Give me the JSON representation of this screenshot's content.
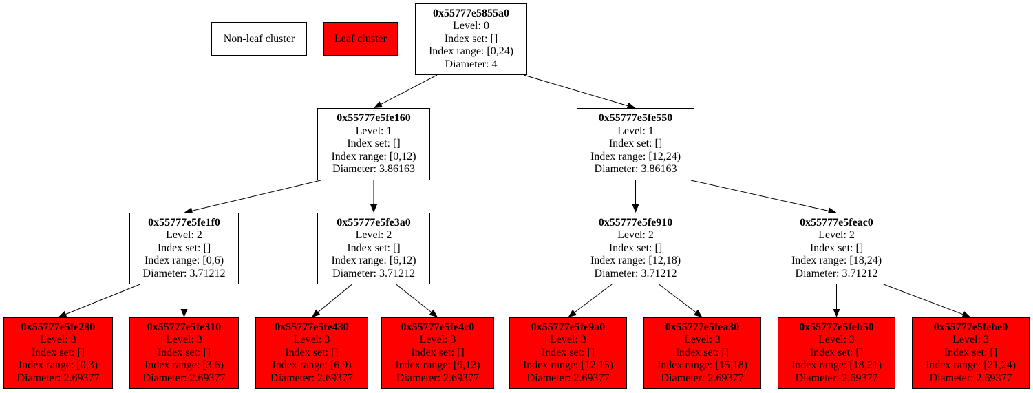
{
  "colors": {
    "leaf_fill": "#ff0000",
    "non_leaf_fill": "#ffffff",
    "stroke": "#000000"
  },
  "legend": {
    "non_leaf_label": "Non-leaf cluster",
    "leaf_label": "Leaf cluster"
  },
  "nodes": [
    {
      "id": "0x55777e5855a0",
      "level": "Level: 0",
      "index_set": "Index set: []",
      "index_range": "Index range: [0,24)",
      "diameter": "Diameter: 4",
      "leaf": false
    },
    {
      "id": "0x55777e5fe160",
      "level": "Level: 1",
      "index_set": "Index set: []",
      "index_range": "Index range: [0,12)",
      "diameter": "Diameter: 3.86163",
      "leaf": false
    },
    {
      "id": "0x55777e5fe550",
      "level": "Level: 1",
      "index_set": "Index set: []",
      "index_range": "Index range: [12,24)",
      "diameter": "Diameter: 3.86163",
      "leaf": false
    },
    {
      "id": "0x55777e5fe1f0",
      "level": "Level: 2",
      "index_set": "Index set: []",
      "index_range": "Index range: [0,6)",
      "diameter": "Diameter: 3.71212",
      "leaf": false
    },
    {
      "id": "0x55777e5fe3a0",
      "level": "Level: 2",
      "index_set": "Index set: []",
      "index_range": "Index range: [6,12)",
      "diameter": "Diameter: 3.71212",
      "leaf": false
    },
    {
      "id": "0x55777e5fe910",
      "level": "Level: 2",
      "index_set": "Index set: []",
      "index_range": "Index range: [12,18)",
      "diameter": "Diameter: 3.71212",
      "leaf": false
    },
    {
      "id": "0x55777e5feac0",
      "level": "Level: 2",
      "index_set": "Index set: []",
      "index_range": "Index range: [18,24)",
      "diameter": "Diameter: 3.71212",
      "leaf": false
    },
    {
      "id": "0x55777e5fe280",
      "level": "Level: 3",
      "index_set": "Index set: []",
      "index_range": "Index range: [0,3)",
      "diameter": "Diameter: 2.69377",
      "leaf": true
    },
    {
      "id": "0x55777e5fe310",
      "level": "Level: 3",
      "index_set": "Index set: []",
      "index_range": "Index range: [3,6)",
      "diameter": "Diameter: 2.69377",
      "leaf": true
    },
    {
      "id": "0x55777e5fe430",
      "level": "Level: 3",
      "index_set": "Index set: []",
      "index_range": "Index range: [6,9)",
      "diameter": "Diameter: 2.69377",
      "leaf": true
    },
    {
      "id": "0x55777e5fe4c0",
      "level": "Level: 3",
      "index_set": "Index set: []",
      "index_range": "Index range: [9,12)",
      "diameter": "Diameter: 2.69377",
      "leaf": true
    },
    {
      "id": "0x55777e5fe9a0",
      "level": "Level: 3",
      "index_set": "Index set: []",
      "index_range": "Index range: [12,15)",
      "diameter": "Diameter: 2.69377",
      "leaf": true
    },
    {
      "id": "0x55777e5fea30",
      "level": "Level: 3",
      "index_set": "Index set: []",
      "index_range": "Index range: [15,18)",
      "diameter": "Diameter: 2.69377",
      "leaf": true
    },
    {
      "id": "0x55777e5feb50",
      "level": "Level: 3",
      "index_set": "Index set: []",
      "index_range": "Index range: [18,21)",
      "diameter": "Diameter: 2.69377",
      "leaf": true
    },
    {
      "id": "0x55777e5febe0",
      "level": "Level: 3",
      "index_set": "Index set: []",
      "index_range": "Index range: [21,24)",
      "diameter": "Diameter: 2.69377",
      "leaf": true
    }
  ],
  "edges": [
    {
      "from": "0x55777e5855a0",
      "to": "0x55777e5fe160"
    },
    {
      "from": "0x55777e5855a0",
      "to": "0x55777e5fe550"
    },
    {
      "from": "0x55777e5fe160",
      "to": "0x55777e5fe1f0"
    },
    {
      "from": "0x55777e5fe160",
      "to": "0x55777e5fe3a0"
    },
    {
      "from": "0x55777e5fe550",
      "to": "0x55777e5fe910"
    },
    {
      "from": "0x55777e5fe550",
      "to": "0x55777e5feac0"
    },
    {
      "from": "0x55777e5fe1f0",
      "to": "0x55777e5fe280"
    },
    {
      "from": "0x55777e5fe1f0",
      "to": "0x55777e5fe310"
    },
    {
      "from": "0x55777e5fe3a0",
      "to": "0x55777e5fe430"
    },
    {
      "from": "0x55777e5fe3a0",
      "to": "0x55777e5fe4c0"
    },
    {
      "from": "0x55777e5fe910",
      "to": "0x55777e5fe9a0"
    },
    {
      "from": "0x55777e5fe910",
      "to": "0x55777e5fea30"
    },
    {
      "from": "0x55777e5feac0",
      "to": "0x55777e5feb50"
    },
    {
      "from": "0x55777e5feac0",
      "to": "0x55777e5febe0"
    }
  ]
}
